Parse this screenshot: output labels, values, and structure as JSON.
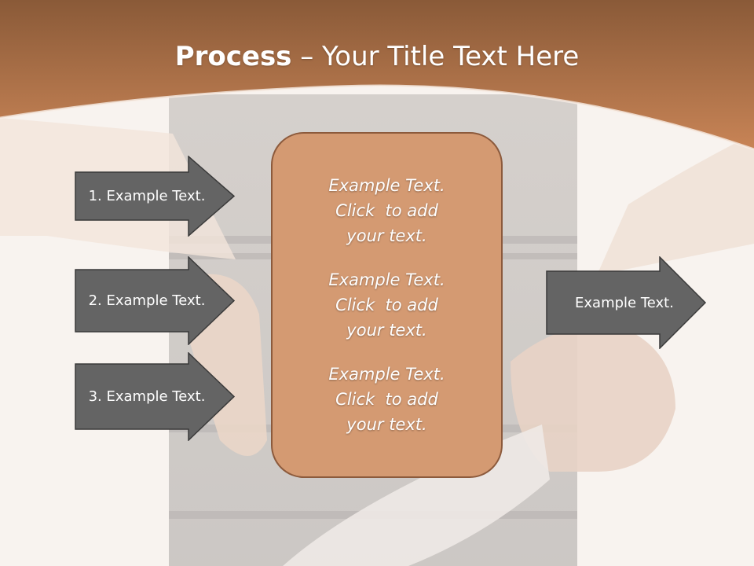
{
  "slide": {
    "title_bold": "Process",
    "title_rest": " – Your Title Text Here",
    "left_arrows": [
      {
        "label": "1. Example Text."
      },
      {
        "label": "2. Example Text."
      },
      {
        "label": "3. Example Text."
      }
    ],
    "center_items": [
      {
        "line1": "Example Text.",
        "line2": "Click  to add",
        "line3": "your text."
      },
      {
        "line1": "Example Text.",
        "line2": "Click  to add",
        "line3": "your text."
      },
      {
        "line1": "Example Text.",
        "line2": "Click  to add",
        "line3": "your text."
      }
    ],
    "right_arrow": {
      "label": "Example Text."
    }
  },
  "colors": {
    "header": "#c07a4c",
    "arrow_fill": "#646464",
    "box_fill": "#d49a72"
  }
}
